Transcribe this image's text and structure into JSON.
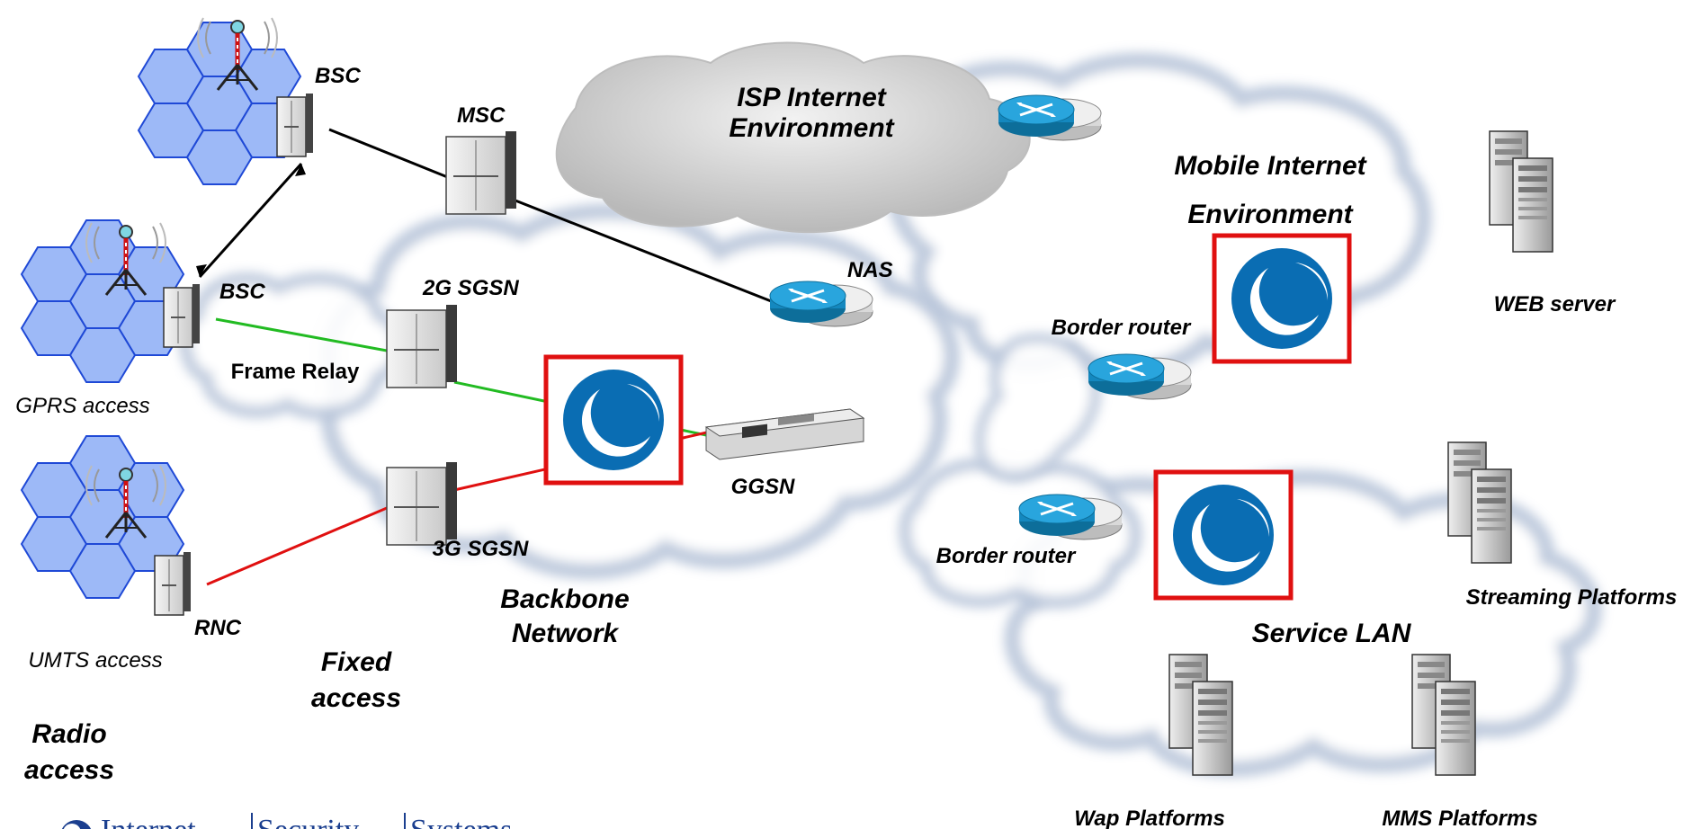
{
  "labels": {
    "bsc_top": "BSC",
    "msc": "MSC",
    "isp_line1": "ISP Internet",
    "isp_line2": "Environment",
    "mobile_line1": "Mobile Internet",
    "mobile_line2": "Environment",
    "web_server": "WEB server",
    "bsc_mid": "BSC",
    "sgsn_2g": "2G SGSN",
    "nas": "NAS",
    "border_router_1": "Border router",
    "frame_relay": "Frame Relay",
    "gprs_access": "GPRS access",
    "ggsn": "GGSN",
    "sgsn_3g": "3G SGSN",
    "border_router_2": "Border router",
    "streaming": "Streaming Platforms",
    "backbone_line1": "Backbone",
    "backbone_line2": "Network",
    "rnc": "RNC",
    "service_lan": "Service LAN",
    "umts_access": "UMTS access",
    "fixed_line1": "Fixed",
    "fixed_line2": "access",
    "radio_line1": "Radio",
    "radio_line2": "access",
    "wap": "Wap Platforms",
    "mms": "MMS Platforms"
  },
  "logo": {
    "words": [
      "Internet",
      "Security",
      "Systems"
    ]
  },
  "colors": {
    "cell_fill": "#9db9f7",
    "cell_stroke": "#1f49d6",
    "isp_cloud": "#c8c8c8",
    "link_black": "#000000",
    "link_green": "#22bb22",
    "link_red": "#e01010",
    "highlight_box": "#e01010",
    "proventia_blue": "#0a6db3",
    "router_blue": "#1592c8"
  },
  "icons": [
    "cell-tower-icon",
    "bsc-cabinet-icon",
    "router-icon",
    "server-icon",
    "proventia-logo-icon",
    "ggsn-chassis-icon"
  ]
}
